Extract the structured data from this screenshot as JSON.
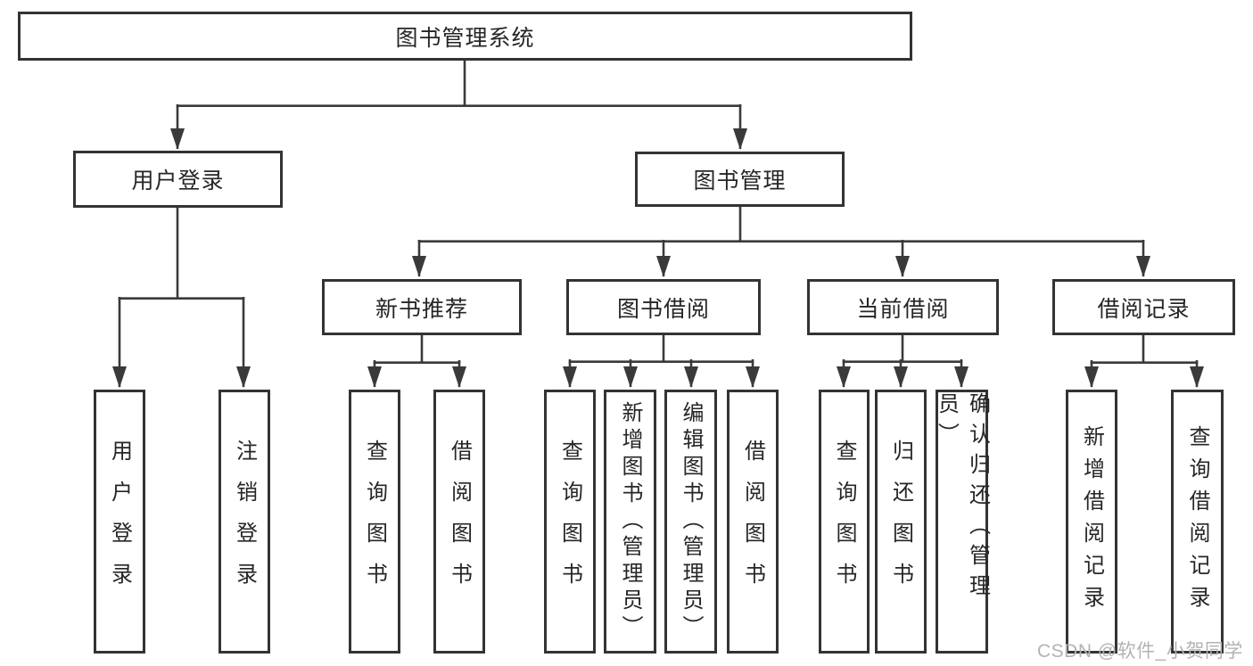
{
  "colors": {
    "line": "#3a3a3a",
    "box_border": "#333333",
    "text": "#262626",
    "watermark": "#b3b3b3",
    "background": "#ffffff"
  },
  "diagram": {
    "root": {
      "label": "图书管理系统"
    },
    "branches": [
      {
        "label": "用户登录",
        "children": [
          {
            "label": "用户登录"
          },
          {
            "label": "注销登录"
          }
        ]
      },
      {
        "label": "图书管理",
        "children": [
          {
            "label": "新书推荐",
            "children": [
              {
                "label": "查询图书"
              },
              {
                "label": "借阅图书"
              }
            ]
          },
          {
            "label": "图书借阅",
            "children": [
              {
                "label": "查询图书"
              },
              {
                "label": "新增图书（管理员）"
              },
              {
                "label": "编辑图书（管理员）"
              },
              {
                "label": "借阅图书"
              }
            ]
          },
          {
            "label": "当前借阅",
            "children": [
              {
                "label": "查询图书"
              },
              {
                "label": "归还图书"
              },
              {
                "label": "确认归还（管理员）"
              }
            ]
          },
          {
            "label": "借阅记录",
            "children": [
              {
                "label": "新增借阅记录"
              },
              {
                "label": "查询借阅记录"
              }
            ]
          }
        ]
      }
    ]
  },
  "watermark": {
    "text": "CSDN @软件_小贺同学"
  }
}
